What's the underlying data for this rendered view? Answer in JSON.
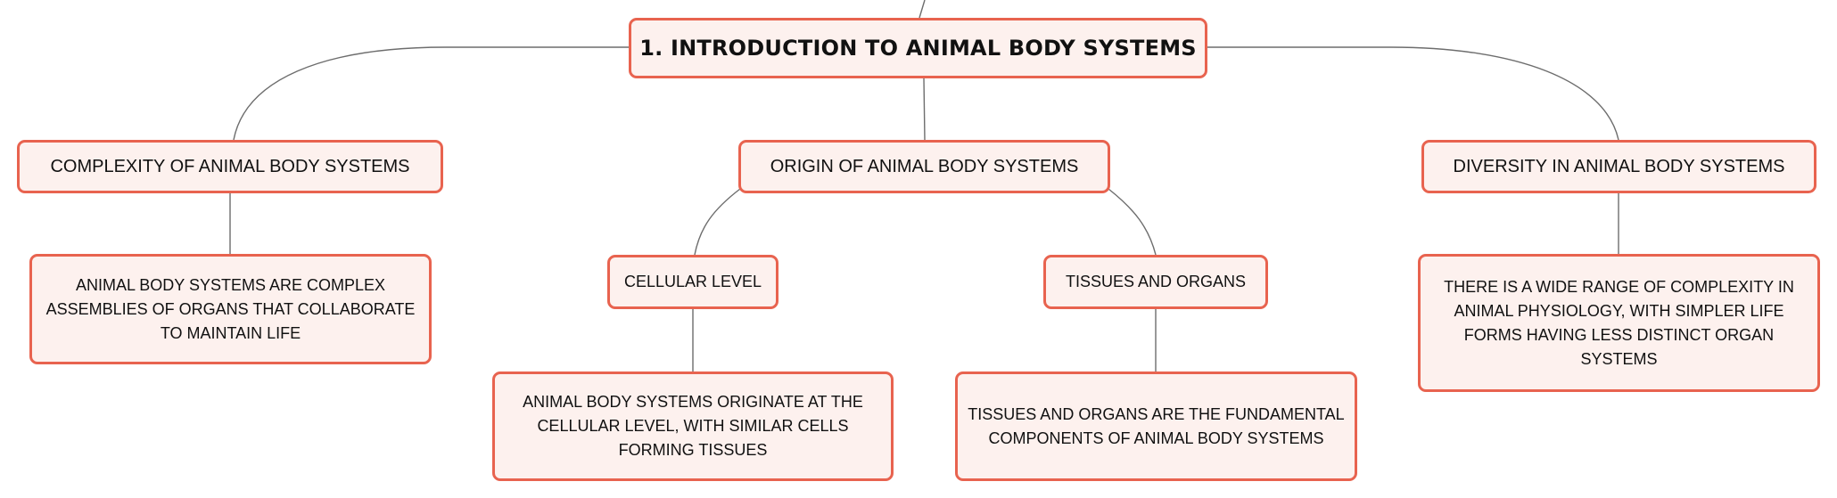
{
  "colors": {
    "node_fill": "#fdf1ee",
    "node_border": "#e8634f",
    "connector": "#6d6d6d",
    "text": "#111111"
  },
  "diagram": {
    "root": {
      "label": "1. INTRODUCTION TO ANIMAL BODY SYSTEMS"
    },
    "complexity": {
      "label": "COMPLEXITY OF ANIMAL BODY SYSTEMS",
      "detail": "ANIMAL BODY SYSTEMS ARE COMPLEX ASSEMBLIES OF ORGANS THAT COLLABORATE TO MAINTAIN LIFE"
    },
    "origin": {
      "label": "ORIGIN OF ANIMAL BODY SYSTEMS",
      "cellular": {
        "label": "CELLULAR LEVEL",
        "detail": "ANIMAL BODY SYSTEMS ORIGINATE AT THE CELLULAR LEVEL, WITH SIMILAR CELLS FORMING TISSUES"
      },
      "tissues": {
        "label": "TISSUES AND ORGANS",
        "detail": "TISSUES AND ORGANS ARE THE FUNDAMENTAL COMPONENTS OF ANIMAL BODY SYSTEMS"
      }
    },
    "diversity": {
      "label": "DIVERSITY IN ANIMAL BODY SYSTEMS",
      "detail": "THERE IS A WIDE RANGE OF COMPLEXITY IN ANIMAL PHYSIOLOGY, WITH SIMPLER LIFE FORMS HAVING LESS DISTINCT ORGAN SYSTEMS"
    }
  }
}
